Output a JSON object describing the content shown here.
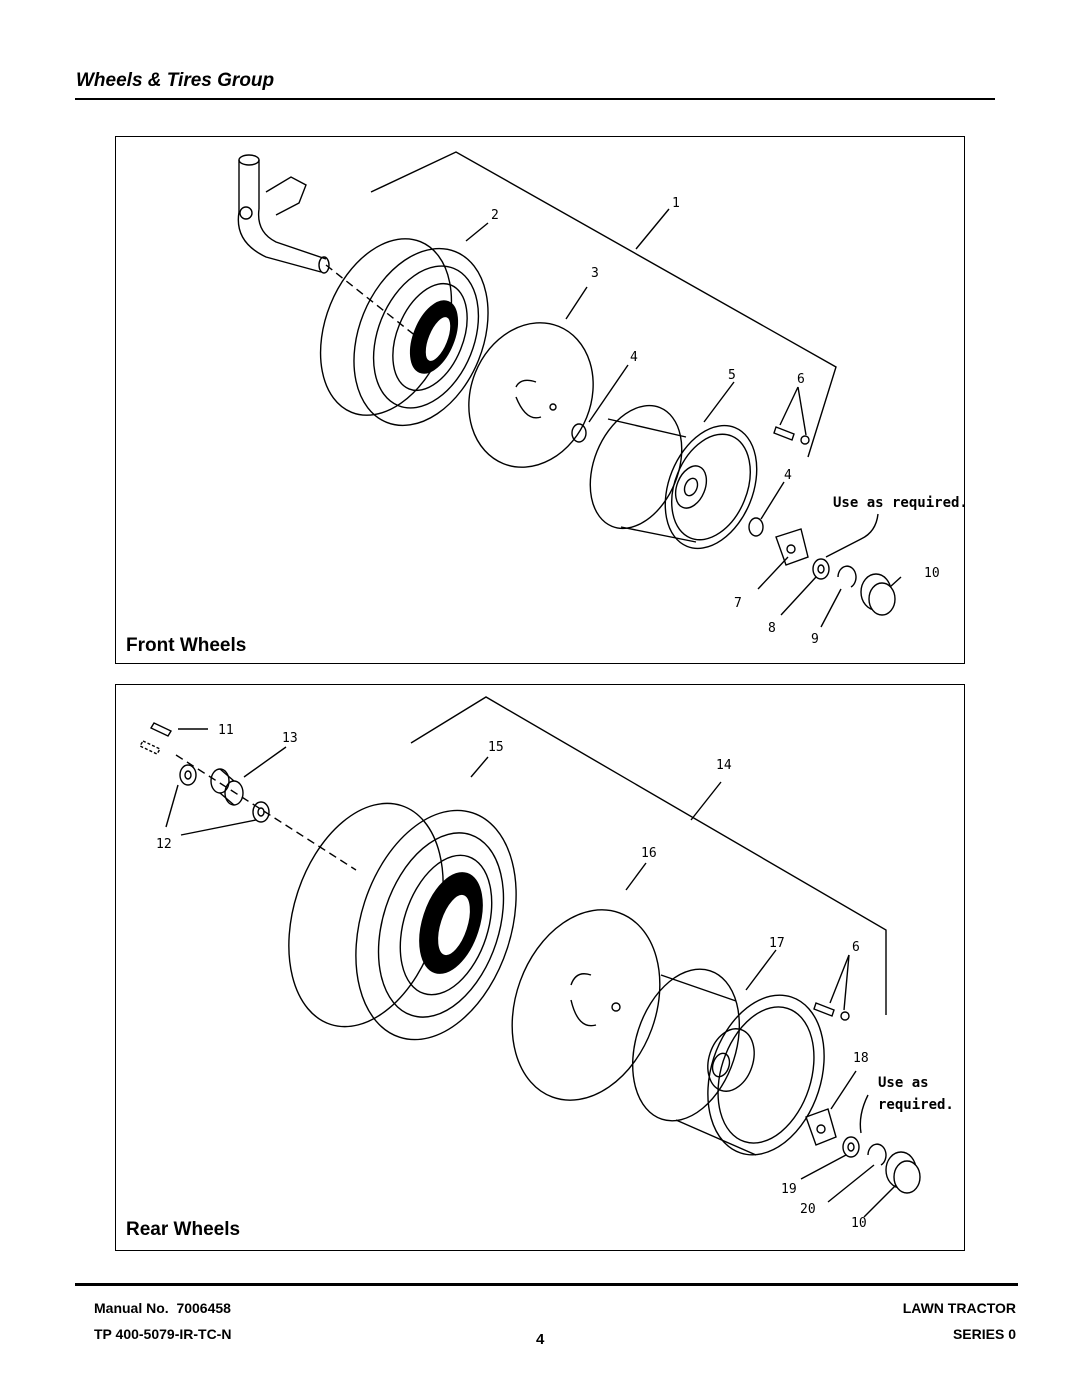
{
  "header": {
    "section_title": "Wheels & Tires Group"
  },
  "front_panel": {
    "label": "Front Wheels",
    "note": "Use as required.",
    "callouts": [
      "1",
      "2",
      "3",
      "4",
      "5",
      "6",
      "4",
      "7",
      "8",
      "9",
      "10"
    ]
  },
  "rear_panel": {
    "label": "Rear Wheels",
    "note_line1": "Use as",
    "note_line2": "required.",
    "callouts": [
      "11",
      "13",
      "15",
      "14",
      "12",
      "16",
      "17",
      "6",
      "18",
      "19",
      "20",
      "10"
    ]
  },
  "footer": {
    "manual_label": "Manual No.  7006458",
    "tp_number": "TP 400-5079-IR-TC-N",
    "page_number": "4",
    "product": "LAWN TRACTOR",
    "series": "SERIES 0"
  }
}
